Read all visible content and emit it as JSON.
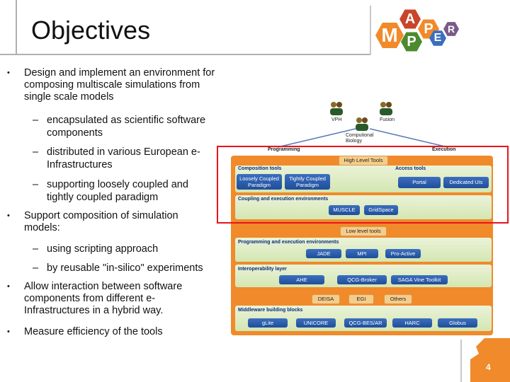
{
  "slide": {
    "title": "Objectives",
    "page_number": "4",
    "bullets": [
      {
        "text": "Design and implement an environment for composing multiscale simulations from single scale models"
      },
      {
        "text": "Support composition of simulation models:"
      },
      {
        "text": "Allow interaction between software components from different e-Infrastructures in a hybrid way."
      },
      {
        "text": "Measure efficiency of the tools"
      }
    ],
    "subbullets_1": [
      "encapsulated as scientific software components",
      "distributed in various European  e-Infrastructures",
      "supporting loosely coupled and tightly coupled paradigm"
    ],
    "subbullets_2": [
      "using scripting approach",
      "by reusable \"in-silico\" experiments"
    ]
  },
  "logo": {
    "letters": [
      "M",
      "A",
      "P",
      "P",
      "E",
      "R"
    ],
    "colors": [
      "#f08a2a",
      "#c8452a",
      "#4c8a2e",
      "#f08a2a",
      "#3a6fbf",
      "#7a5a8a"
    ]
  },
  "diagram": {
    "top_labels": {
      "vph": "VPH",
      "fusion": "Fusion",
      "bio": "Computional Biology",
      "programming": "Programming",
      "execution": "Execution"
    },
    "high_level_tools": "High Level Tools",
    "composition_tools": "Composition tools",
    "loosely": "Loosely Coupled Paradigm",
    "tightly": "Tightly Coupled Paradigm",
    "access_tools": "Access tools",
    "portal": "Portal",
    "dedicated_uis": "Dedicated UIs",
    "coupling_env": "Coupling and execution environments",
    "muscle": "MUSCLE",
    "gridspace": "GridSpace",
    "low_level_tools": "Low level tools",
    "prog_exec_env": "Programming and execution environments",
    "jade": "JADE",
    "mpi": "MPI",
    "proactive": "Pro-Active",
    "interop": "Interoperability layer",
    "ahe": "AHE",
    "qcg_broker": "QCG-Broker",
    "saga": "SAGA Vine Toolkit",
    "deisa": "DEISA",
    "egi": "EGI",
    "others": "Others",
    "middleware": "Middleware building blocks",
    "glite": "gLite",
    "unicore": "UNICORE",
    "qcg_bes": "QCG-BES/AR",
    "harc": "HARC",
    "globus": "Globus"
  },
  "colors": {
    "accent": "#f08a2a",
    "highlight": "#e8141c",
    "tile_blue": "#2a5aa8"
  }
}
